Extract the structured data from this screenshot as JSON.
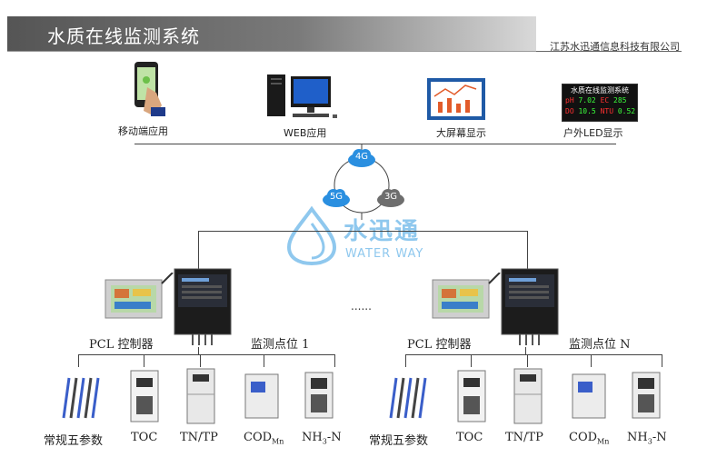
{
  "header": {
    "title": "水质在线监测系统",
    "company": "江苏水迅通信息科技有限公司"
  },
  "clients": [
    {
      "label": "移动端应用",
      "icon": "smartphone-icon"
    },
    {
      "label": "WEB应用",
      "icon": "desktop-computer-icon"
    },
    {
      "label": "大屏幕显示",
      "icon": "large-screen-chart-icon"
    },
    {
      "label": "户外LED显示",
      "icon": "led-display-icon"
    }
  ],
  "led_panel": {
    "title": "水质在线监测系统",
    "rows": [
      [
        {
          "k": "pH",
          "v": "7.02"
        },
        {
          "k": "EC",
          "v": "285"
        }
      ],
      [
        {
          "k": "DO",
          "v": "10.5"
        },
        {
          "k": "NTU",
          "v": "0.52"
        }
      ]
    ]
  },
  "network": {
    "nodes": [
      "4G",
      "5G",
      "3G"
    ]
  },
  "logo": {
    "name": "水迅通",
    "subtitle": "WATER WAY"
  },
  "ellipsis": "......",
  "stations": [
    {
      "plc_label": "PCL 控制器",
      "station_label": "监测点位 1",
      "sensors": [
        "常规五参数",
        "TOC",
        "TN/TP",
        "COD",
        "NH3-N"
      ]
    },
    {
      "plc_label": "PCL 控制器",
      "station_label": "监测点位 N",
      "sensors": [
        "常规五参数",
        "TOC",
        "TN/TP",
        "COD",
        "NH3-N"
      ]
    }
  ],
  "sensor_labels": {
    "cod_main": "COD",
    "cod_sub": "Mn",
    "nh_main_a": "NH",
    "nh_sub": "3",
    "nh_main_b": "-N"
  },
  "colors": {
    "cloud_blue": "#2a8fe0",
    "cloud_gray": "#6e6e6e",
    "logo_blue": "#8fc8ee",
    "led_green": "#3cff3c",
    "led_red": "#ff3030"
  }
}
